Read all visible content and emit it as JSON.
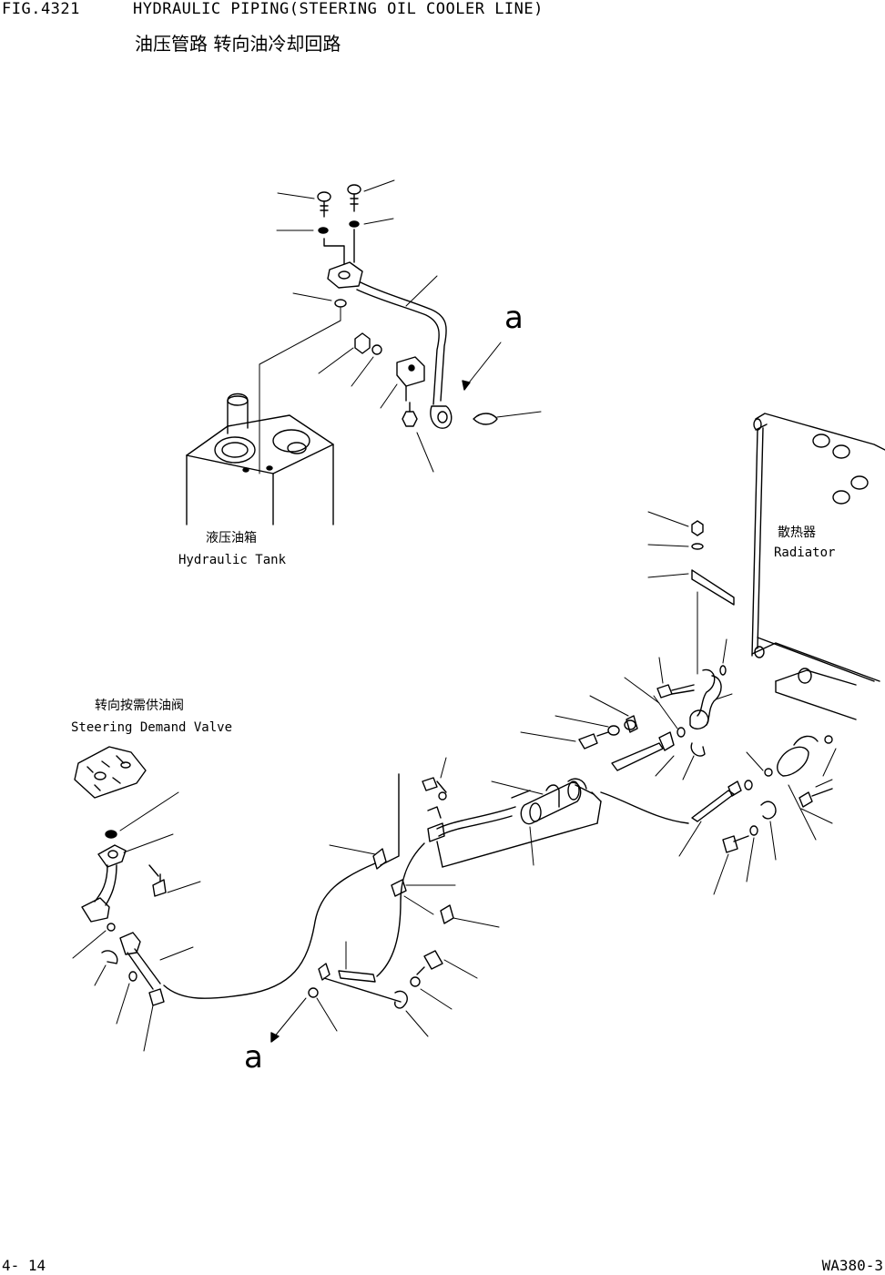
{
  "header": {
    "fig_number": "FIG.4321",
    "title_en": "HYDRAULIC PIPING(STEERING OIL COOLER LINE)",
    "title_cn": "油压管路 转向油冷却回路"
  },
  "labels": {
    "hydraulic_tank_cn": "液压油箱",
    "hydraulic_tank_en": "Hydraulic Tank",
    "radiator_cn": "散热器",
    "radiator_en": "Radiator",
    "steering_valve_cn": "转向按需供油阀",
    "steering_valve_en": "Steering Demand Valve",
    "connection_top": "a",
    "connection_bottom": "a"
  },
  "footer": {
    "page": "4- 14",
    "model": "WA380-3"
  }
}
